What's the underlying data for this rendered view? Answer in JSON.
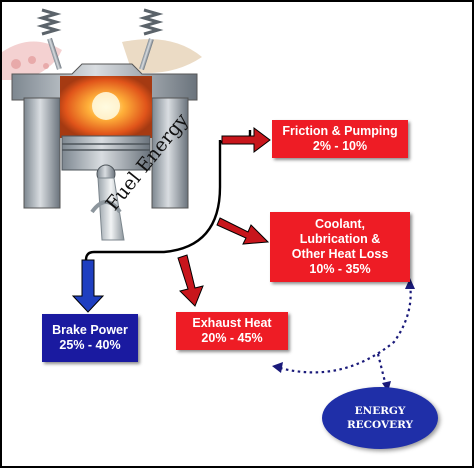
{
  "fuel_label": "Fuel Energy",
  "outputs": {
    "friction": {
      "line1": "Friction & Pumping",
      "line2": "2% - 10%"
    },
    "coolant": {
      "line1": "Coolant,",
      "line2": "Lubrication &",
      "line3": "Other Heat Loss",
      "line4": "10% - 35%"
    },
    "exhaust": {
      "line1": "Exhaust Heat",
      "line2": "20% - 45%"
    },
    "brake": {
      "line1": "Brake Power",
      "line2": "25% - 40%"
    }
  },
  "recovery": {
    "line1": "ENERGY",
    "line2": "RECOVERY"
  },
  "colors": {
    "loss_box": "#ee1c25",
    "loss_arrow": "#c8161c",
    "brake_box": "#1a1aa0",
    "brake_arrow": "#1f3fc0",
    "recovery": "#1f2fa8",
    "dotted_link": "#1a1a7a"
  },
  "icons": {
    "engine": "engine-cylinder-illustration"
  }
}
